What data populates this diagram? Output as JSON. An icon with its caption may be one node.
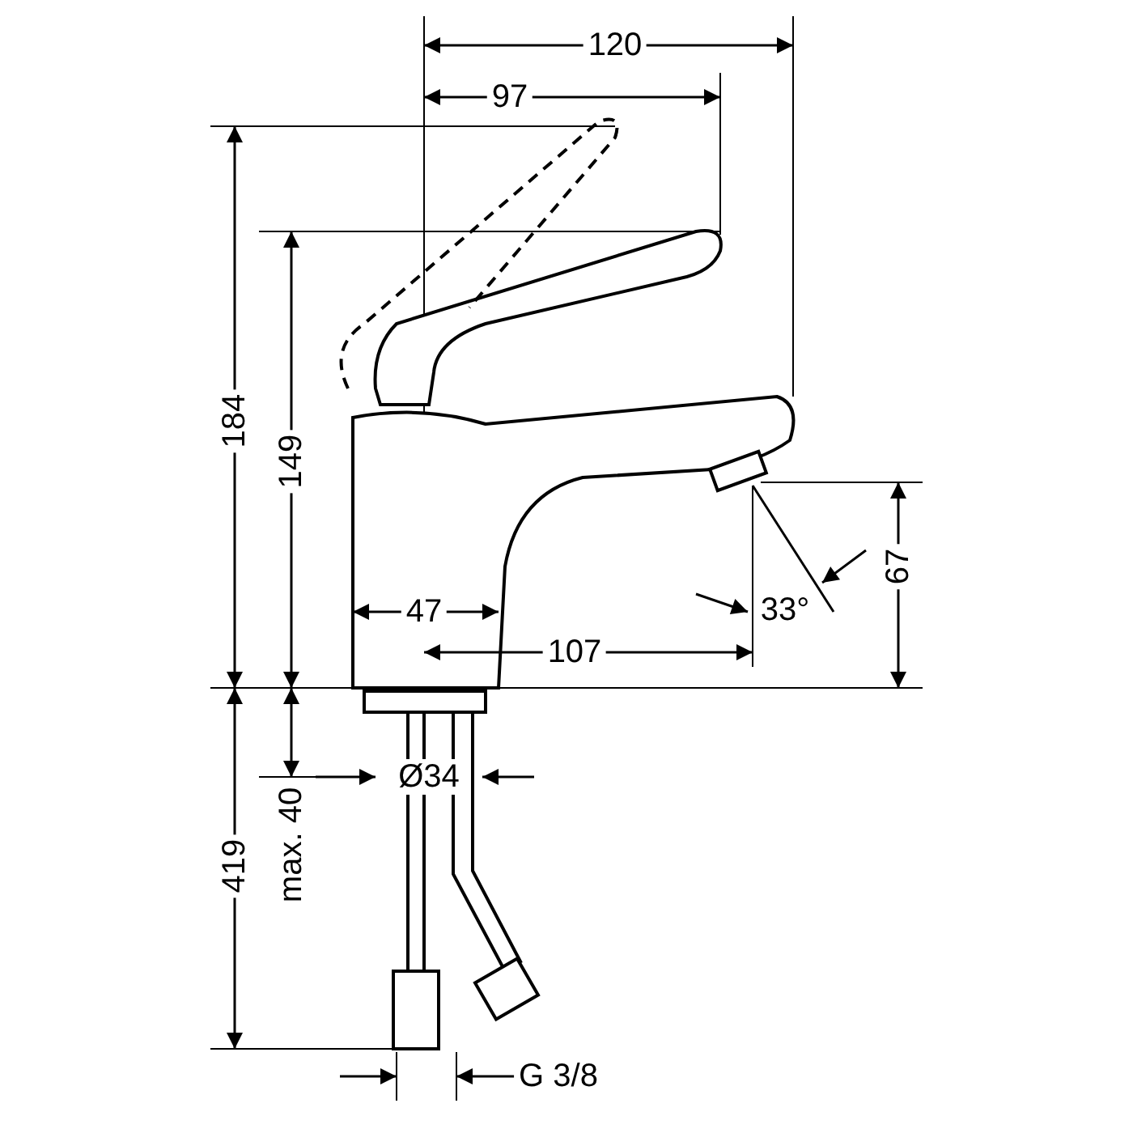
{
  "diagram": {
    "labels": [
      "120",
      "97",
      "184",
      "149",
      "67",
      "47",
      "33°",
      "107",
      "419",
      "Ø34",
      "max. 40",
      "G 3/8"
    ]
  }
}
